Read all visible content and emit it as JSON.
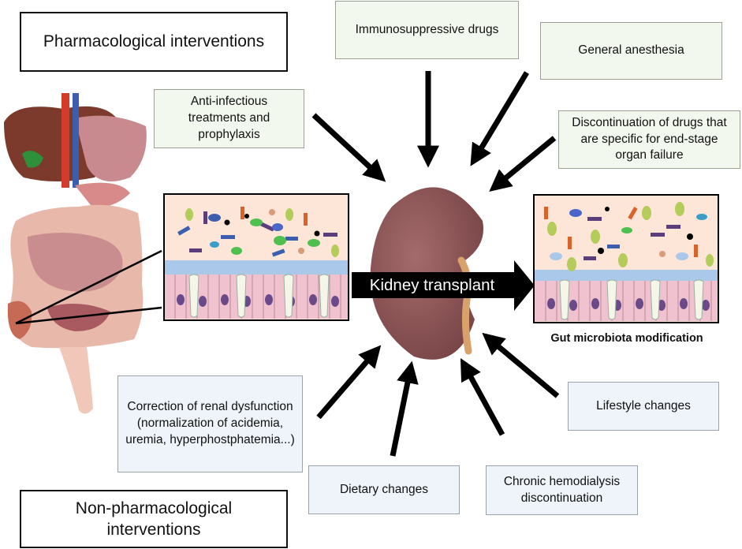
{
  "headings": {
    "pharmacological": "Pharmacological interventions",
    "non_pharmacological": "Non-pharmacological interventions"
  },
  "pharmacological_factors": [
    "Immunosuppressive drugs",
    "General anesthesia",
    "Anti-infectious treatments and prophylaxis",
    "Discontinuation of drugs that are specific for end-stage organ failure"
  ],
  "non_pharmacological_factors": [
    "Correction of renal dysfunction (normalization of  acidemia, uremia, hyperphostphatemia...)",
    "Dietary changes",
    "Chronic hemodialysis discontinuation",
    "Lifestyle changes"
  ],
  "center_label": "Kidney transplant",
  "outcome_label": "Gut microbiota modification",
  "colors": {
    "kidney": "#8e5658",
    "arrow": "#000000",
    "pharm_box": "#f3f8ee",
    "nonpharm_box": "#eef4f9",
    "lumen": "#fde5d8",
    "mucus": "#a9c8ea",
    "epithelium": "#f0c2cf"
  }
}
